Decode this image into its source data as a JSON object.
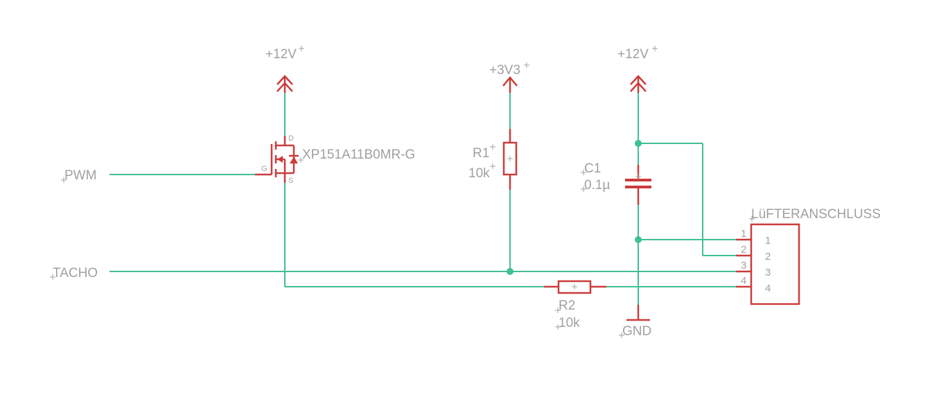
{
  "supplies": {
    "vcc12_left": "+12V",
    "vcc33": "+3V3",
    "vcc12_right": "+12V",
    "gnd": "GND"
  },
  "nets": {
    "pwm": "PWM",
    "tacho": "TACHO"
  },
  "mosfet": {
    "name": "XP151A11B0MR-G",
    "pin_d": "D",
    "pin_g": "G",
    "pin_s": "S"
  },
  "r1": {
    "name": "R1",
    "value": "10k"
  },
  "r2": {
    "name": "R2",
    "value": "10k"
  },
  "c1": {
    "name": "C1",
    "value": "0.1µ"
  },
  "connector": {
    "name": "LüFTERANSCHLUSS",
    "pins_outer": [
      "1",
      "2",
      "3",
      "4"
    ],
    "pins_inner": [
      "1",
      "2",
      "3",
      "4"
    ]
  },
  "colors": {
    "wire": "#3fbf94",
    "part": "#cc3b3b",
    "text": "#a0a0a0"
  }
}
